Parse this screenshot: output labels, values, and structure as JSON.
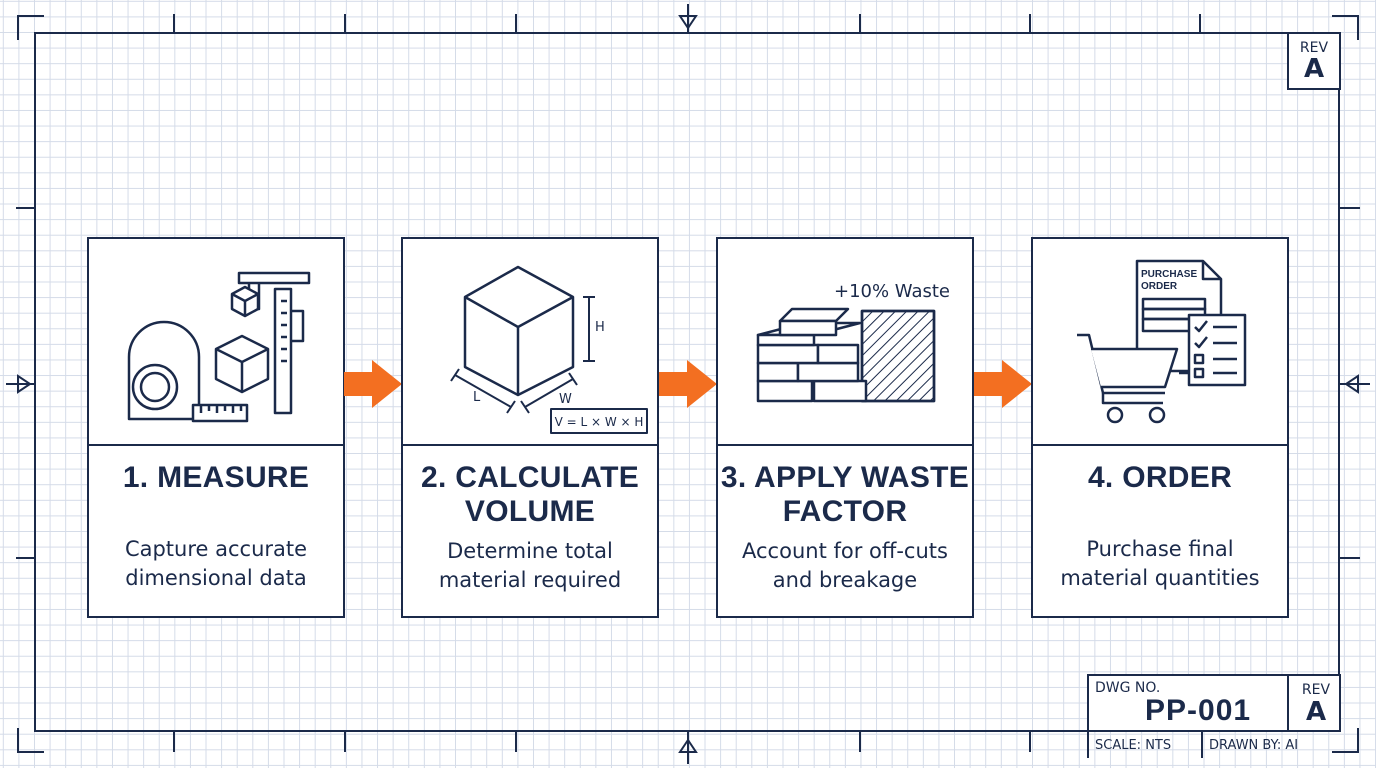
{
  "sheet": {
    "rev_label": "REV",
    "rev_value": "A"
  },
  "steps": [
    {
      "title_line1": "1. MEASURE",
      "title_line2": "",
      "desc_line1": "Capture accurate",
      "desc_line2": "dimensional data",
      "icon": "tape-measure-caliper-icon"
    },
    {
      "title_line1": "2. CALCULATE",
      "title_line2": "VOLUME",
      "desc_line1": "Determine total",
      "desc_line2": "material required",
      "icon": "volume-cube-icon",
      "dim_h": "H",
      "dim_l": "L",
      "dim_w": "W",
      "formula": "V = L × W × H"
    },
    {
      "title_line1": "3. APPLY WASTE",
      "title_line2": "FACTOR",
      "desc_line1": "Account for off-cuts",
      "desc_line2": "and breakage",
      "icon": "bricks-waste-icon",
      "waste_label": "+10% Waste"
    },
    {
      "title_line1": "4. ORDER",
      "title_line2": "",
      "desc_line1": "Purchase final",
      "desc_line2": "material quantities",
      "icon": "shopping-cart-order-icon",
      "po_line1": "PURCHASE",
      "po_line2": "ORDER"
    }
  ],
  "title_block": {
    "dwg_label": "DWG NO.",
    "dwg_value": "PP-001",
    "rev_label": "REV",
    "rev_value": "A",
    "scale": "SCALE: NTS",
    "drawn_by": "DRAWN BY: AI"
  },
  "colors": {
    "ink": "#1b2a4a",
    "accent": "#f36f21",
    "grid": "#d4dbe8"
  }
}
